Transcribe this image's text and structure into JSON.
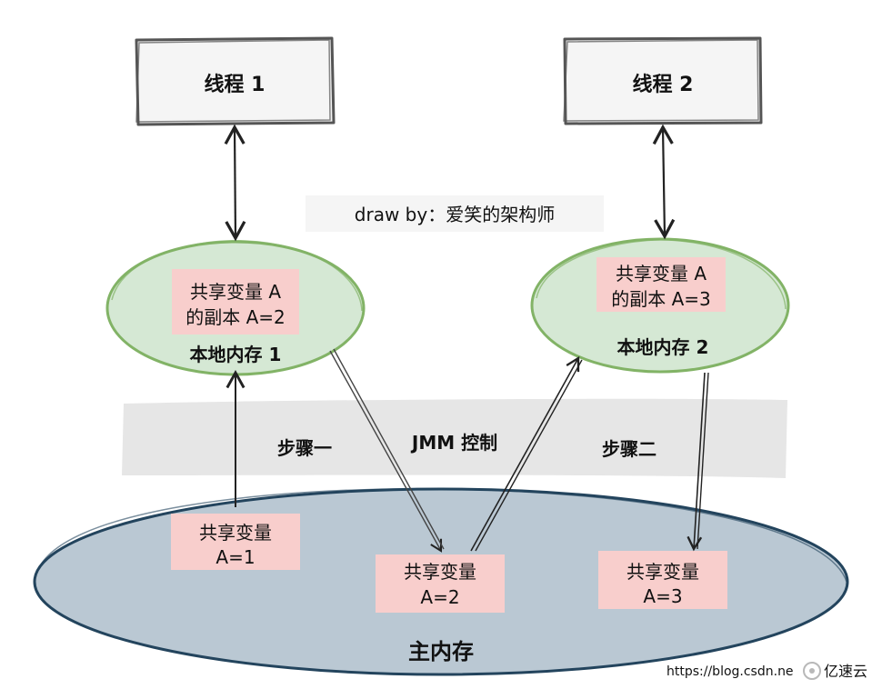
{
  "credit": "draw by：爱笑的架构师",
  "threads": [
    {
      "label": "线程 1"
    },
    {
      "label": "线程 2"
    }
  ],
  "local_memory": [
    {
      "label": "本地内存 1",
      "copy_line1": "共享变量 A",
      "copy_line2": "的副本 A=2"
    },
    {
      "label": "本地内存 2",
      "copy_line1": "共享变量 A",
      "copy_line2": "的副本 A=3"
    }
  ],
  "jmm": {
    "label": "JMM 控制",
    "step1": "步骤一",
    "step2": "步骤二"
  },
  "main_memory": {
    "label": "主内存",
    "vars": [
      {
        "line1": "共享变量",
        "line2": "A=1"
      },
      {
        "line1": "共享变量",
        "line2": "A=2"
      },
      {
        "line1": "共享变量",
        "line2": "A=3"
      }
    ]
  },
  "watermark": {
    "url": "https://blog.csdn.ne",
    "brand": "亿速云"
  },
  "colors": {
    "thread_fill": "#f5f5f5",
    "thread_stroke": "#555555",
    "local_fill": "#d5e8d4",
    "local_stroke": "#82b366",
    "copy_fill": "#f8cecc",
    "jmm_band": "#e6e6e6",
    "main_fill": "#bac8d3",
    "main_stroke": "#23445d",
    "credit_bg": "#f5f5f5"
  }
}
